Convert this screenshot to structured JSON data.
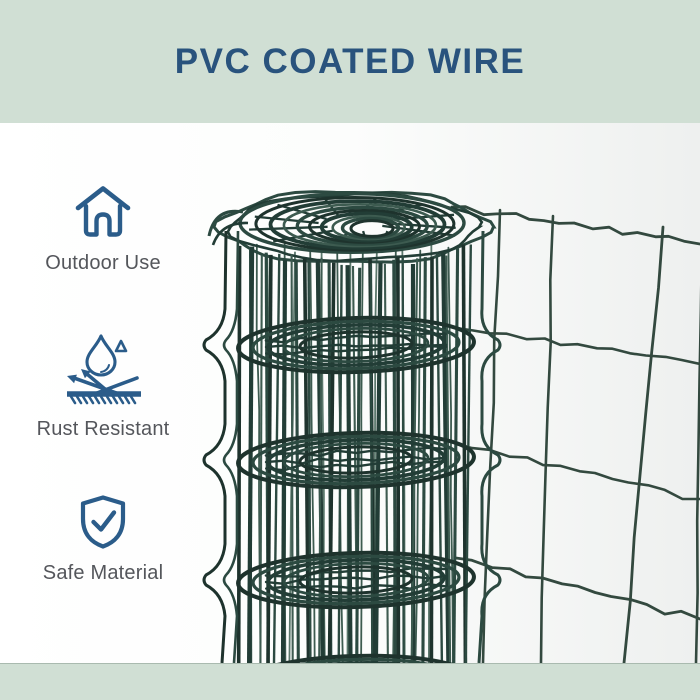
{
  "header": {
    "title": "PVC COATED WIRE"
  },
  "features": [
    {
      "label": "Outdoor Use",
      "icon": "house-icon"
    },
    {
      "label": "Rust Resistant",
      "icon": "water-drop-repel-icon"
    },
    {
      "label": "Safe Material",
      "icon": "shield-check-icon"
    }
  ],
  "photo": {
    "subject": "green PVC coated wire mesh roll with mesh panel"
  },
  "colors": {
    "banner_bg": "#d0dfd4",
    "title_blue": "#29537d",
    "icon_blue": "#2b5c8a",
    "label_gray": "#54565b",
    "wire_dark": "#1e332d",
    "wire_mid": "#2c4a41",
    "wire_dark2": "#223d36",
    "wire_light": "#3d5b50",
    "wire_pale": "#5b786c",
    "panel_wire": "#33493f"
  }
}
